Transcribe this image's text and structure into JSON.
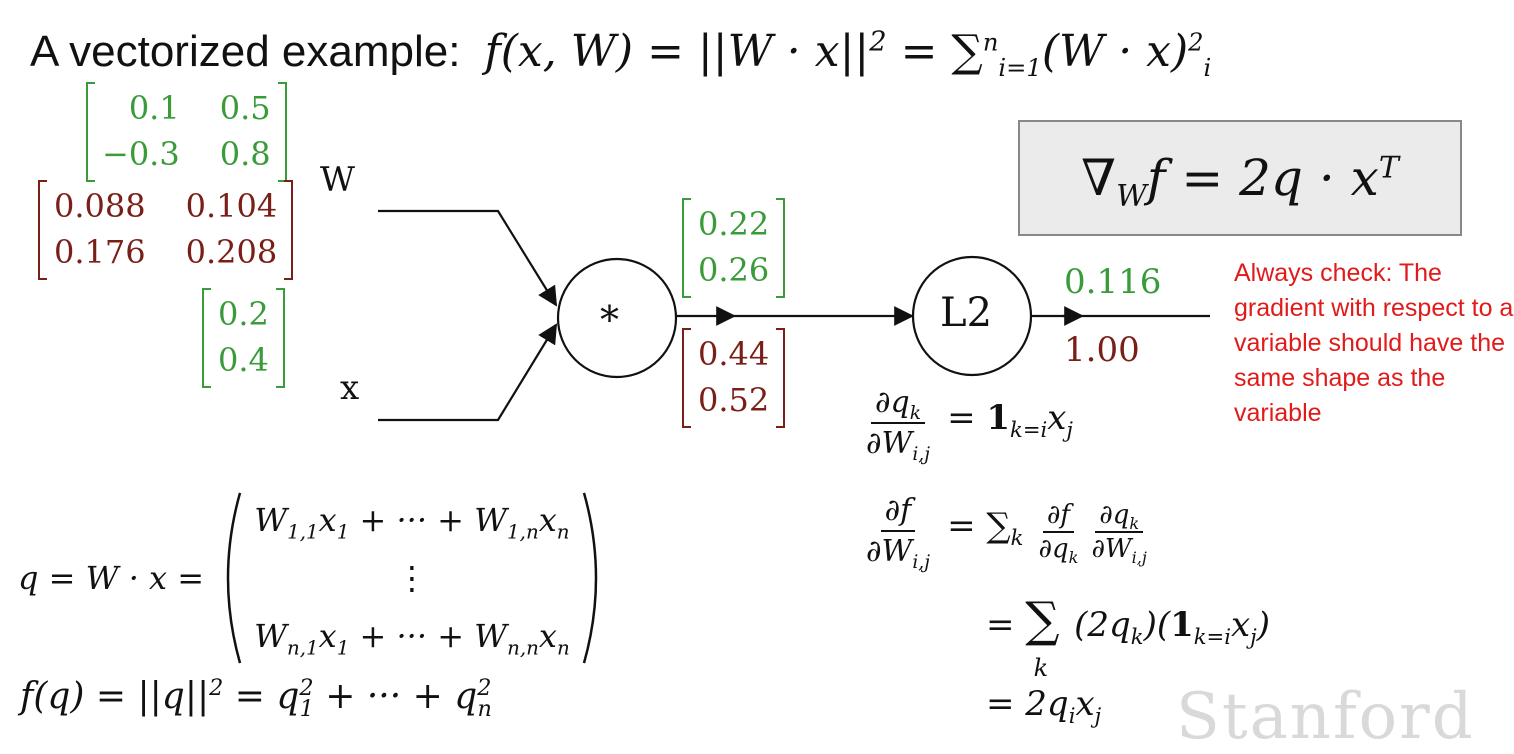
{
  "title": {
    "label": "A vectorized example:",
    "equation": "f(x, W) = ||W · x||² = ∑ⁿᵢ₌₁ (W · x)²ᵢ"
  },
  "nodes": {
    "W": "W",
    "x": "x",
    "multiply": "*",
    "l2": "L2"
  },
  "matrices": {
    "W_value": [
      "0.1",
      "0.5",
      "−0.3",
      "0.8"
    ],
    "W_grad": [
      "0.088",
      "0.104",
      "0.176",
      "0.208"
    ],
    "x_value": [
      "0.2",
      "0.4"
    ],
    "q_value": [
      "0.22",
      "0.26"
    ],
    "q_grad": [
      "0.44",
      "0.52"
    ]
  },
  "outputs": {
    "f_value": "0.116",
    "f_grad": "1.00"
  },
  "gradient_formula": "∇_W f = 2q · x^T",
  "note": "Always check: The gradient with respect to a variable should have the same shape as the variable",
  "derivations": {
    "dq_dW": "∂q_k/∂W_{i,j} = 1_{k=i} x_j",
    "df_dW": "∂f/∂W_{i,j} = ∑_k ∂f/∂q_k ∂q_k/∂W_{i,j}",
    "step2": "= ∑_k (2q_k)(1_{k=i} x_j)",
    "step3": "= 2q_i x_j"
  },
  "q_definition": {
    "lhs": "q = W · x =",
    "row1": "W_{1,1}x_1 + ··· + W_{1,n}x_n",
    "row_mid": "⋮",
    "row2": "W_{n,1}x_1 + ··· + W_{n,n}x_n"
  },
  "f_definition": "f(q) = ||q||² = q₁² + ··· + qₙ²",
  "watermark": "Stanford",
  "colors": {
    "value": "#3a9b3a",
    "gradient": "#7a1f17",
    "note": "#e11a1a",
    "box": "#ebebeb"
  }
}
